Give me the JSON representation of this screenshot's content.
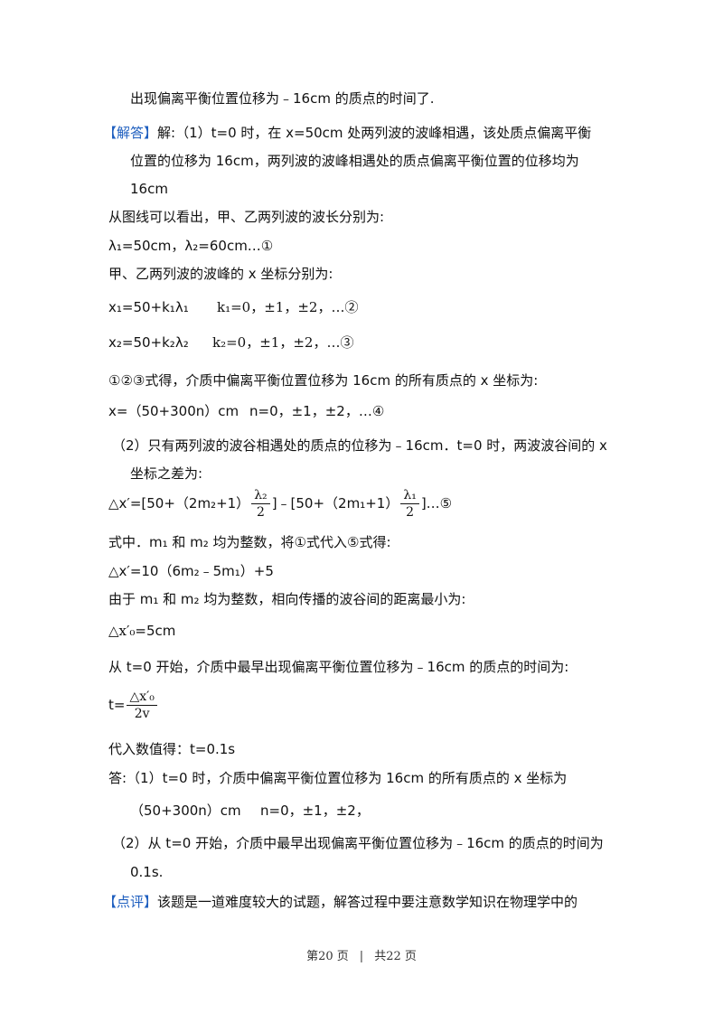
{
  "lines": {
    "l1": "出现偏离平衡位置位移为﹣16cm 的质点的时间了.",
    "l2_tag": "【解答】",
    "l2_text": "解:（1）t=0 时，在 x=50cm 处两列波的波峰相遇，该处质点偏离平衡",
    "l3": "位置的位移为 16cm，两列波的波峰相遇处的质点偏离平衡位置的位移均为",
    "l4": "16cm",
    "l5": "从图线可以看出，甲、乙两列波的波长分别为:",
    "l6": "λ₁=50cm，λ₂=60cm…①",
    "l7": "甲、乙两列波的波峰的 x 坐标分别为:",
    "l8_a": "x₁=50+k₁λ₁",
    "l8_b": "k₁=0，±1，±2，…②",
    "l9_a": "x₂=50+k₂λ₂",
    "l9_b": "k₂=0，±1，±2，…③",
    "l10": "①②③式得，介质中偏离平衡位置位移为 16cm 的所有质点的 x 坐标为:",
    "l11_a": "x=（50+300n）cm",
    "l11_b": "n=0，±1，±2，…④",
    "l12": "（2）只有两列波的波谷相遇处的质点的位移为﹣16cm．t=0 时，两波波谷间的 x",
    "l13": "坐标之差为:",
    "l14_a": "△x′=[50+（2m₂+1）",
    "l14_f1n": "λ₂",
    "l14_f1d": "2",
    "l14_b": "]﹣[50+（2m₁+1）",
    "l14_f2n": "λ₁",
    "l14_f2d": "2",
    "l14_c": "]…⑤",
    "l15": "式中．m₁ 和 m₂ 均为整数，将①式代入⑤式得:",
    "l16": "△x′=10（6m₂﹣5m₁）+5",
    "l17": "由于 m₁ 和 m₂ 均为整数，相向传播的波谷间的距离最小为:",
    "l18_a": "△x′₀",
    "l18_b": "=5cm",
    "l19": "从 t=0 开始，介质中最早出现偏离平衡位置位移为﹣16cm 的质点的时间为:",
    "l20_a": "t=",
    "l20_fn": "△x′₀",
    "l20_fd": "2v",
    "l21": "代入数值得：t=0.1s",
    "l22": "答:（1）t=0 时，介质中偏离平衡位置位移为 16cm 的所有质点的 x 坐标为",
    "l23_a": "（50+300n）cm",
    "l23_b": "n=0，±1，±2，",
    "l24": "（2）从 t=0 开始，介质中最早出现偏离平衡位置位移为﹣16cm 的质点的时间为",
    "l25": "0.1s.",
    "l26_tag": "【点评】",
    "l26_text": "该题是一道难度较大的试题，解答过程中要注意数学知识在物理学中的"
  },
  "footer": {
    "page": "第20 页",
    "sep": "|",
    "total": "共22 页"
  },
  "colors": {
    "tag": "#1f5fbf",
    "text": "#111111"
  }
}
